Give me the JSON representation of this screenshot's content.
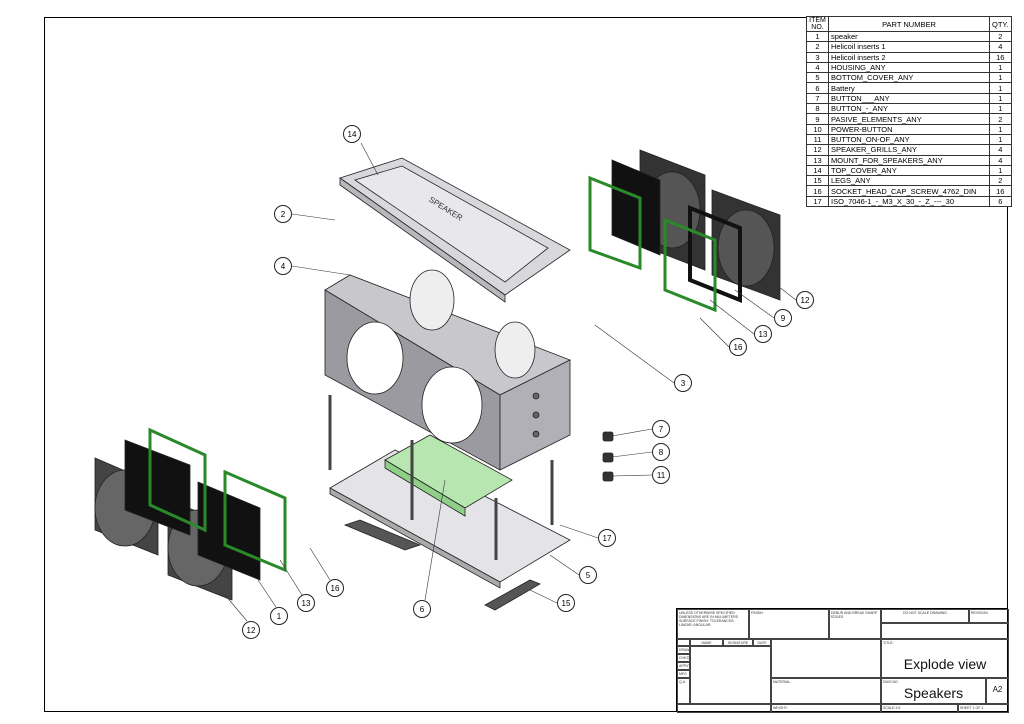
{
  "bom": {
    "headers": [
      "ITEM NO.",
      "PART NUMBER",
      "QTY."
    ],
    "rows": [
      [
        "1",
        "speaker",
        "2"
      ],
      [
        "2",
        "Helicoil inserts 1",
        "4"
      ],
      [
        "3",
        "Helicoil inserts 2",
        "16"
      ],
      [
        "4",
        "HOUSING_ANY",
        "1"
      ],
      [
        "5",
        "BOTTOM_COVER_ANY",
        "1"
      ],
      [
        "6",
        "Battery",
        "1"
      ],
      [
        "7",
        "BUTTON___ANY",
        "1"
      ],
      [
        "8",
        "BUTTON_-_ANY",
        "1"
      ],
      [
        "9",
        "PASIVE_ELEMENTS_ANY",
        "2"
      ],
      [
        "10",
        "POWER-BUTTON",
        "1"
      ],
      [
        "11",
        "BUTTON_ON-OF_ANY",
        "1"
      ],
      [
        "12",
        "SPEAKER_GRILLS_ANY",
        "4"
      ],
      [
        "13",
        "MOUNT_FOR_SPEAKERS_ANY",
        "4"
      ],
      [
        "14",
        "TOP_COVER_ANY",
        "1"
      ],
      [
        "15",
        "LEGS_ANY",
        "2"
      ],
      [
        "16",
        "SOCKET_HEAD_CAP_SCREW_4762_DIN",
        "16"
      ],
      [
        "17",
        "ISO_7046-1_-_M3_X_30_-_Z_---_30",
        "6"
      ]
    ]
  },
  "balloons": [
    "14",
    "2",
    "4",
    "12",
    "9",
    "13",
    "16",
    "3",
    "7",
    "8",
    "11",
    "17",
    "5",
    "15",
    "6",
    "16",
    "13",
    "1",
    "12"
  ],
  "title_block": {
    "tolerances": "UNLESS OTHERWISE SPECIFIED: DIMENSIONS ARE IN MILLIMETERS SURFACE FINISH: TOLERANCES: LINEAR: ANGULAR:",
    "finish": "FINISH:",
    "debur": "DEBUR AND BREAK SHARP EDGES",
    "do_not_scale": "DO NOT SCALE DRAWING",
    "revision": "REVISION",
    "name": "NAME",
    "signature": "SIGNATURE",
    "date": "DATE",
    "drawn": "DRAWN",
    "chkd": "CHK'D",
    "appvd": "APPV'D",
    "mfg": "MFG",
    "qa": "Q.A",
    "material": "MATERIAL:",
    "title_label": "TITLE:",
    "title": "Explode view",
    "dwg_label": "DWG NO.",
    "dwg_no": "Speakers",
    "size": "A2",
    "weight": "WEIGHT:",
    "scale": "SCALE:1:5",
    "sheet": "SHEET 1 OF 1"
  },
  "logo_text": "SPEAKER"
}
